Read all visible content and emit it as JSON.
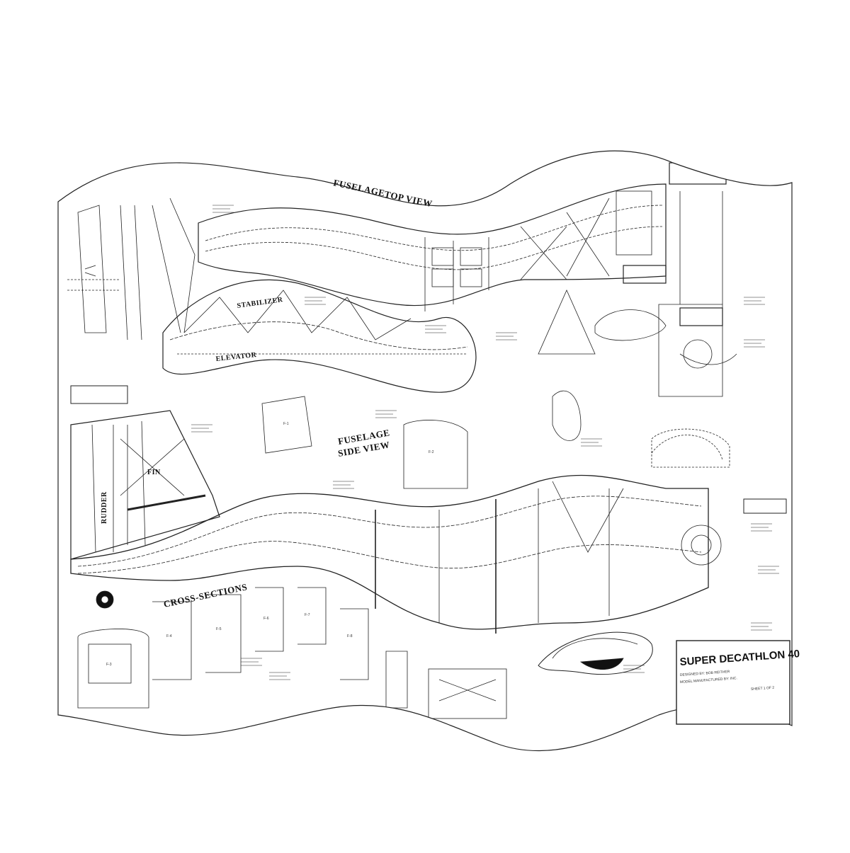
{
  "sheet": {
    "views": {
      "fuselage_top": [
        "FUSELAGE",
        "TOP VIEW"
      ],
      "stabilizer": "STABILIZER",
      "elevator": "ELEVATOR",
      "fin": "FIN",
      "rudder": "RUDDER",
      "fuselage_side": [
        "FUSELAGE",
        "SIDE VIEW"
      ],
      "cross_sections": "CROSS-SECTIONS"
    },
    "formers": [
      "F-1",
      "F-2",
      "F-3",
      "F-4",
      "F-5",
      "F-6",
      "F-7",
      "F-8"
    ],
    "title_block": {
      "title": "SUPER DECATHLON 40",
      "designed_by": "DESIGNED BY: BOB REITHER",
      "line2": "MODEL MANUFACTURED BY: INC.",
      "sheet_no": "SHEET 1 OF 2"
    }
  }
}
